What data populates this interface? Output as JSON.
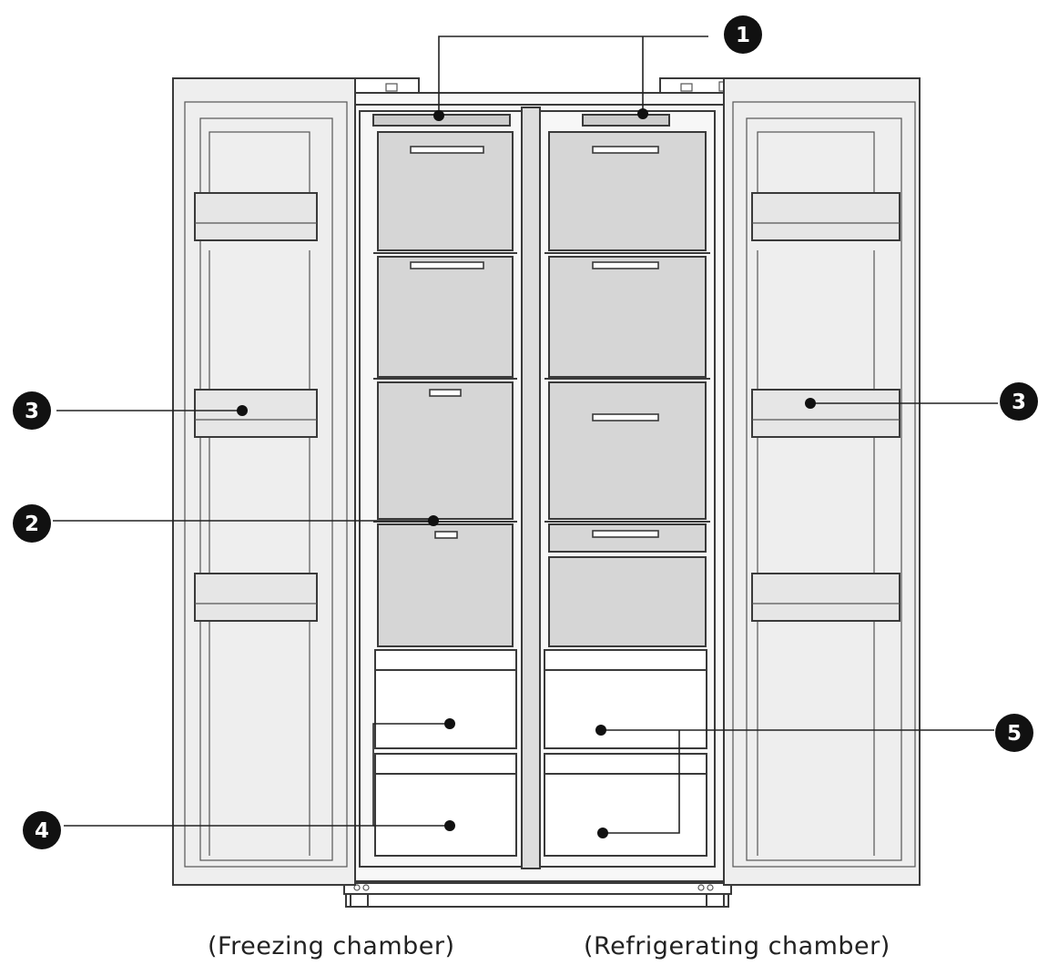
{
  "captions": {
    "freezing": "(Freezing chamber)",
    "refrigerating": "(Refrigerating chamber)"
  },
  "callouts": [
    {
      "id": "1",
      "label": "1"
    },
    {
      "id": "2",
      "label": "2"
    },
    {
      "id": "3",
      "label": "3"
    },
    {
      "id": "4",
      "label": "4"
    },
    {
      "id": "5",
      "label": "5"
    }
  ],
  "colors": {
    "outline": "#3a3a3a",
    "shelf_fill": "#d6d6d6",
    "door_fill": "#eaeaea",
    "callout_fill": "#111111",
    "callout_text": "#ffffff"
  }
}
